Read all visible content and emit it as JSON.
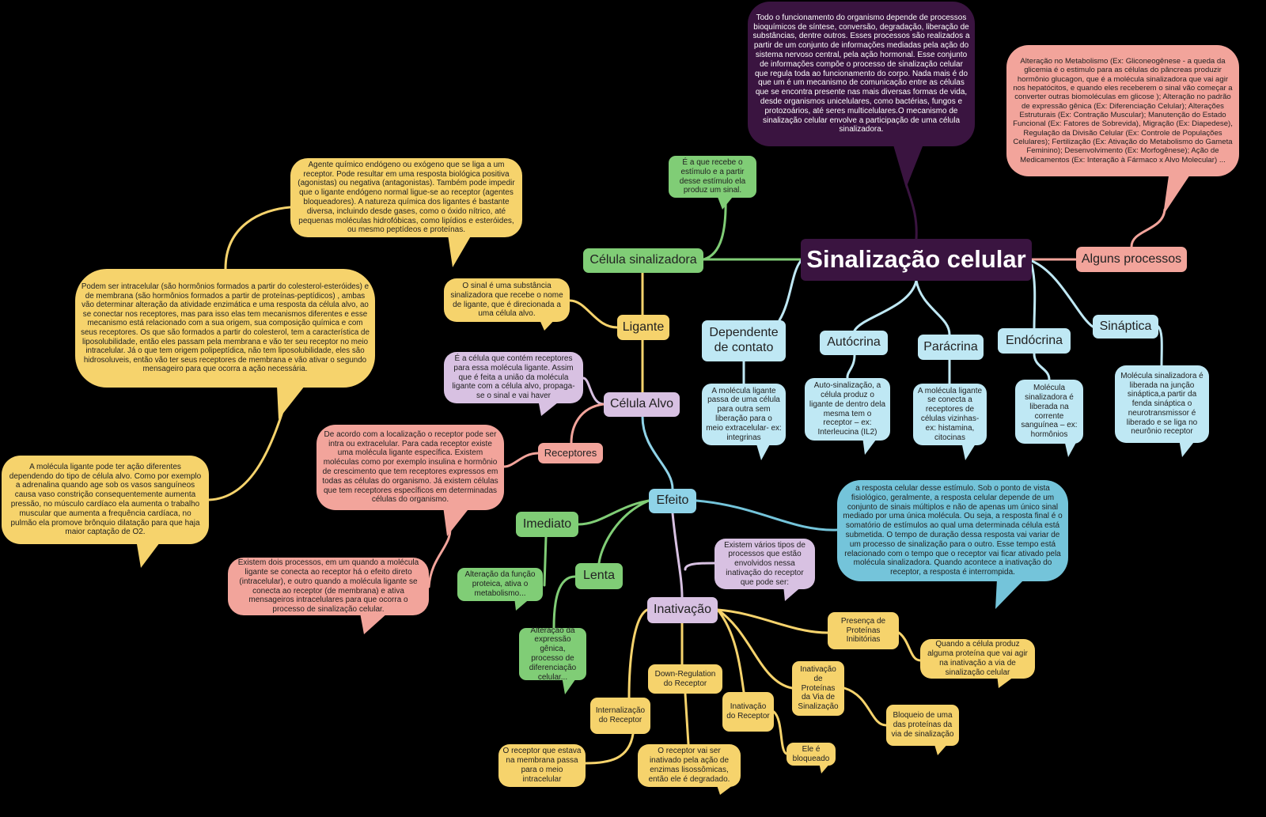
{
  "colors": {
    "root": "#3a1440",
    "pink": "#f2a49b",
    "yellow": "#f6d36c",
    "green": "#80cd76",
    "lavender": "#d8c1e2",
    "light_blue": "#bfe8f4",
    "teal": "#74c4da"
  },
  "root": {
    "title": "Sinalização celular",
    "note": "Todo o funcionamento do organismo depende de processos bioquímicos de síntese, conversão, degradação, liberação de substâncias, dentre outros. Esses processos são realizados a partir de um conjunto de informações mediadas pela ação do sistema nervoso central, pela ação hormonal. Esse conjunto de informações compõe o processo de sinalização celular que regula toda ao funcionamento do corpo. Nada mais é do que um é um mecanismo de comunicação entre as células que se encontra presente nas mais diversas formas de vida, desde organismos unicelulares, como bactérias, fungos e protozoários, até seres multicelulares.O mecanismo de sinalização celular envolve a participação de uma célula sinalizadora."
  },
  "processos": {
    "label": "Alguns processos",
    "note": "Alteração no Metabolismo (Ex: Gliconeogênese - a queda da glicemia é o estimulo para as células do pâncreas produzir hormônio glucagon, que é a molécula sinalizadora que vai agir nos hepatócitos, e quando eles receberem o sinal vão começar a converter outras biomoléculas em glicose ); Alteração no padrão de expressão gênica (Ex: Diferenciação Celular); Alterações Estruturais (Ex: Contração Muscular); Manutenção do Estado Funcional (Ex: Fatores de Sobrevida), Migração (Ex: Diapedese), Regulação da Divisão Celular (Ex: Controle de Populações Celulares); Fertilização (Ex: Ativação do Metabolismo do Gameta Feminino); Desenvolvimento (Ex: Morfogênese); Ação de Medicamentos (Ex: Interação à Fármaco x Alvo Molecular) ..."
  },
  "celula_sinalizadora": {
    "label": "Célula sinalizadora",
    "note": "É a que recebe o estímulo e a partir desse estímulo ela produz um sinal."
  },
  "ligante": {
    "label": "Ligante",
    "note_sinal": "O sinal é uma substância sinalizadora que recebe o nome de ligante, que é direcionada a uma célula alvo.",
    "note_agente": "Agente químico endógeno ou exógeno que se liga a um receptor. Pode resultar em uma resposta biológica positiva (agonistas) ou negativa (antagonistas). Também pode impedir que o ligante endógeno normal ligue-se ao receptor (agentes bloqueadores). A natureza química dos ligantes é bastante diversa, incluindo desde gases, como o óxido nítrico, até pequenas moléculas hidrofóbicas, como lipídios e esteróides, ou mesmo peptídeos e proteínas.",
    "note_tipos": "Podem ser intracelular (são hormônios formados a partir do colesterol-esteróides) e de membrana (são hormônios formados a partir de proteínas-peptídicos) , ambas vão determinar alteração da atividade enzimática e uma resposta da célula alvo, ao se conectar nos receptores, mas para isso elas tem mecanismos diferentes e esse mecanismo está relacionado com a sua origem, sua composição química e com seus receptores. Os que são formados a partir do colesterol, tem a característica de liposolubilidade, então eles passam pela membrana e vão ter seu receptor no meio intracelular. Já o que tem origem polipeptídica, não tem liposolubilidade, eles são hidrosoluveis, então vão ter seus receptores de membrana e vão ativar o segundo mensageiro para que ocorra a ação necessária.",
    "note_acao": "A molécula ligante pode ter ação diferentes dependendo do tipo de célula alvo. Como por exemplo a adrenalina quando age sob os vasos sanguíneos causa vaso constrição consequentemente aumenta pressão, no músculo cardíaco ela aumenta o trabalho muscular que aumenta a frequência cardíaca, no pulmão ela promove brônquio dilatação para que haja maior captação de O2."
  },
  "celula_alvo": {
    "label": "Célula Alvo",
    "note": "É a célula que contém receptores para essa molécula ligante. Assim que é feita a união da molécula ligante com a célula alvo, propaga-se o sinal e vai haver"
  },
  "receptores": {
    "label": "Receptores",
    "note_localizacao": "De acordo com a localização o receptor pode ser intra ou extracelular. Para cada receptor existe uma molécula ligante específica. Existem moléculas como por exemplo insulina e hormônio de crescimento que tem receptores expressos em todas as células do organismo. Já existem células que tem receptores específicos em determinadas células do organismo.",
    "note_processos": "Existem dois processos, em um quando a molécula ligante se conecta ao receptor há o efeito direto (intracelular), e outro quando a molécula ligante se conecta ao receptor (de membrana) e ativa mensageiros intracelulares para que ocorra o processo de sinalização celular."
  },
  "efeito": {
    "label": "Efeito",
    "note": "a resposta celular desse estímulo. Sob o ponto de vista fisiológico, geralmente, a resposta celular depende de um conjunto de sinais múltiplos e não de apenas um único sinal mediado por uma única molécula. Ou seja, a resposta final é o somatório de estímulos ao qual uma determinada célula está submetida. O tempo de duração dessa resposta vai variar de um processo de sinalização para o outro. Esse tempo está relacionado com o tempo que o receptor vai ficar ativado pela molécula sinalizadora. Quando acontece a inativação do receptor, a resposta é interrompida.",
    "imediato": {
      "label": "Imediato",
      "note": "Alteração da função proteica, ativa o metabolismo..."
    },
    "lenta": {
      "label": "Lenta",
      "note": "Alteração da expressão gênica, processo de diferenciação celular..."
    }
  },
  "inativacao": {
    "label": "Inativação",
    "note": "Existem vários tipos de processos que estão envolvidos nessa inativação do receptor que pode ser:",
    "presenca": {
      "label": "Presença de Proteínas Inibitórias",
      "note": "Quando a célula produz alguma proteína que vai agir na inativação a via de sinalização celular"
    },
    "proteinas_via": {
      "label": "Inativação de Proteínas da Via de Sinalização",
      "note": "Bloqueio de uma das proteínas da via de sinalização"
    },
    "inat_receptor": {
      "label": "Inativação do Receptor",
      "note": "Ele é bloqueado"
    },
    "down_regulation": {
      "label": "Down-Regulation do Receptor",
      "note": "O receptor vai ser inativado pela ação de enzimas lisossômicas, então ele é degradado."
    },
    "internalizacao": {
      "label": "Internalização do Receptor",
      "note": "O receptor que estava na membrana passa para o meio intracelular"
    }
  },
  "tipos": [
    {
      "label": "Dependente de contato",
      "note": "A molécula ligante passa de uma célula para outra sem liberação para o meio extracelular- ex: integrinas"
    },
    {
      "label": "Autócrina",
      "note": "Auto-sinalização, a célula produz o ligante de dentro dela mesma tem o receptor – ex: Interleucina (IL2)"
    },
    {
      "label": "Parácrina",
      "note": "A molécula ligante se conecta a receptores de células vizinhas- ex: histamina, citocinas"
    },
    {
      "label": "Endócrina",
      "note": "Molécula sinalizadora é liberada na corrente sanguínea – ex: hormônios"
    },
    {
      "label": "Sináptica",
      "note": "Molécula sinalizadora é liberada na junção sináptica,a partir da fenda sináptica o neurotransmissor é liberado e se liga no neurônio receptor"
    }
  ]
}
